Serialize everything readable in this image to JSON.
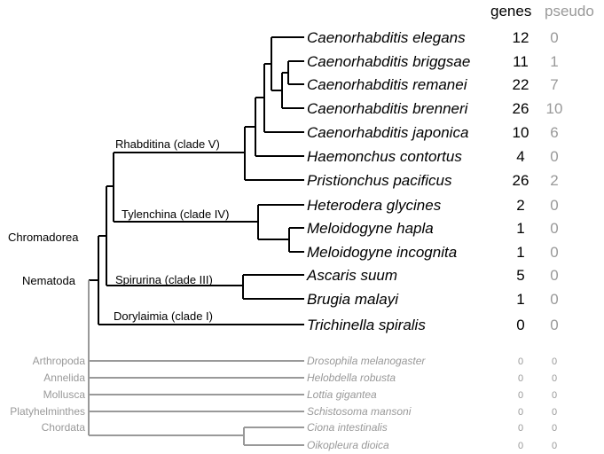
{
  "headers": {
    "genes": "genes",
    "pseudo": "pseudo"
  },
  "groups": {
    "chromadorea": "Chromadorea",
    "nematoda": "Nematoda"
  },
  "clades": {
    "rhabditina": "Rhabditina (clade V)",
    "tylenchina": "Tylenchina (clade IV)",
    "spirurina": "Spirurina (clade III)",
    "dorylaimia": "Dorylaimia (clade I)"
  },
  "species": [
    {
      "name": "Caenorhabditis elegans",
      "genes": "12",
      "pseudo": "0"
    },
    {
      "name": "Caenorhabditis briggsae",
      "genes": "11",
      "pseudo": "1"
    },
    {
      "name": "Caenorhabditis remanei",
      "genes": "22",
      "pseudo": "7"
    },
    {
      "name": "Caenorhabditis brenneri",
      "genes": "26",
      "pseudo": "10"
    },
    {
      "name": "Caenorhabditis japonica",
      "genes": "10",
      "pseudo": "6"
    },
    {
      "name": "Haemonchus contortus",
      "genes": "4",
      "pseudo": "0"
    },
    {
      "name": "Pristionchus pacificus",
      "genes": "26",
      "pseudo": "2"
    },
    {
      "name": "Heterodera glycines",
      "genes": "2",
      "pseudo": "0"
    },
    {
      "name": "Meloidogyne hapla",
      "genes": "1",
      "pseudo": "0"
    },
    {
      "name": "Meloidogyne incognita",
      "genes": "1",
      "pseudo": "0"
    },
    {
      "name": "Ascaris suum",
      "genes": "5",
      "pseudo": "0"
    },
    {
      "name": "Brugia malayi",
      "genes": "1",
      "pseudo": "0"
    },
    {
      "name": "Trichinella spiralis",
      "genes": "0",
      "pseudo": "0"
    }
  ],
  "outgroup_labels": {
    "arthropoda": "Arthropoda",
    "annelida": "Annelida",
    "mollusca": "Mollusca",
    "platyhelminthes": "Platyhelminthes",
    "chordata": "Chordata"
  },
  "outgroup_species": [
    {
      "name": "Drosophila melanogaster",
      "genes": "0",
      "pseudo": "0"
    },
    {
      "name": "Helobdella robusta",
      "genes": "0",
      "pseudo": "0"
    },
    {
      "name": "Lottia gigantea",
      "genes": "0",
      "pseudo": "0"
    },
    {
      "name": "Schistosoma mansoni",
      "genes": "0",
      "pseudo": "0"
    },
    {
      "name": "Ciona intestinalis",
      "genes": "0",
      "pseudo": "0"
    },
    {
      "name": "Oikopleura dioica",
      "genes": "0",
      "pseudo": "0"
    }
  ]
}
